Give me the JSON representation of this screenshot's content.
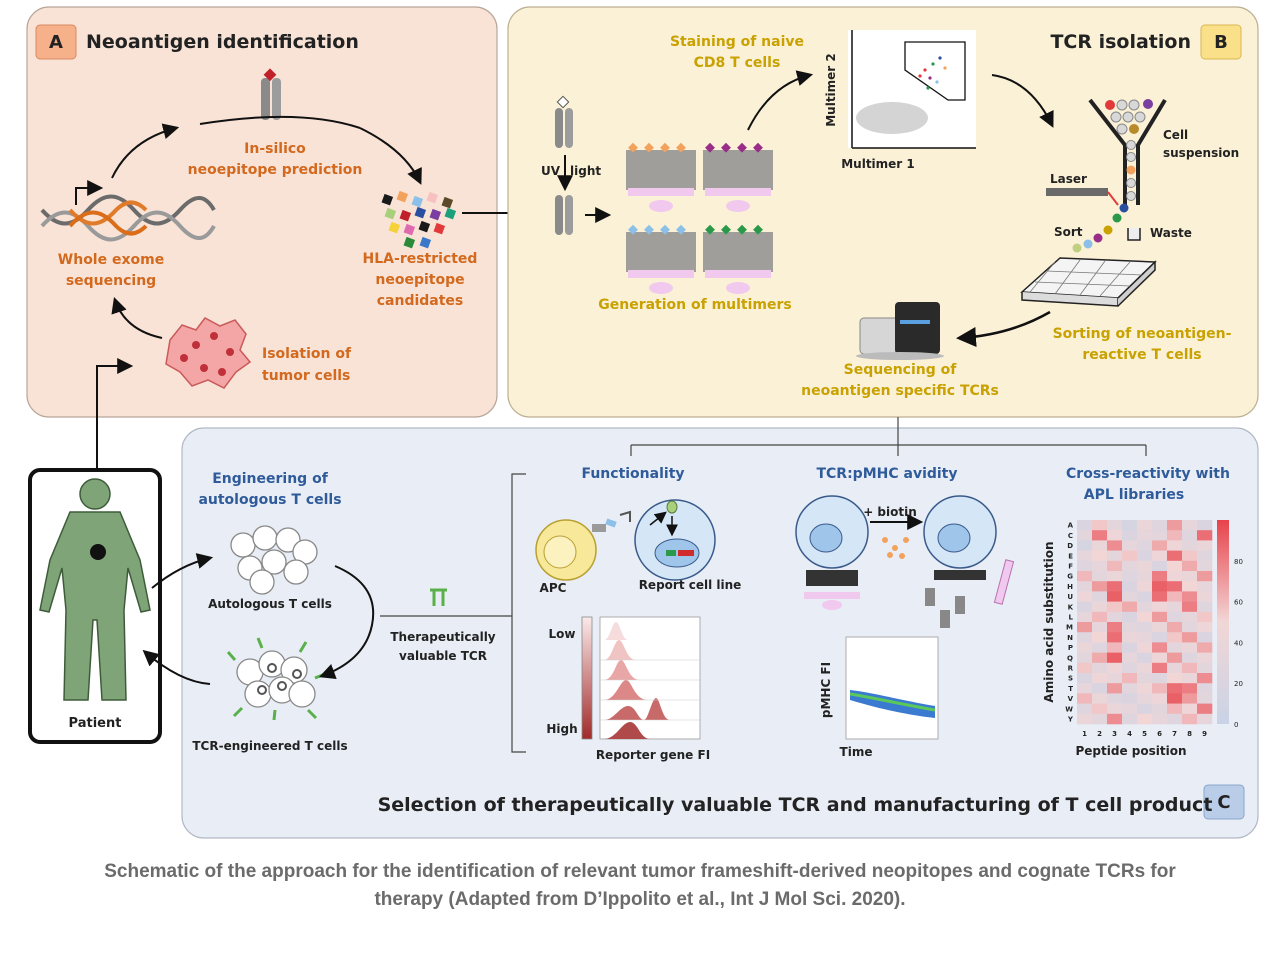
{
  "panel_a": {
    "badge": "A",
    "title": "Neoantigen identification",
    "insilico": [
      "In-silico",
      "neoepitope prediction"
    ],
    "wes": [
      "Whole exome",
      "sequencing"
    ],
    "hla": [
      "HLA-restricted",
      "neoepitope",
      "candidates"
    ],
    "isolation": [
      "Isolation of",
      "tumor cells"
    ]
  },
  "panel_b": {
    "badge": "B",
    "title": "TCR isolation",
    "staining": [
      "Staining of naive",
      "CD8 T cells"
    ],
    "uv": "UV",
    "light": "light",
    "multimer_y": "Multimer 2",
    "multimer_x": "Multimer 1",
    "generation": "Generation of multimers",
    "laser": "Laser",
    "cell_susp": [
      "Cell",
      "suspension"
    ],
    "sort": "Sort",
    "waste": "Waste",
    "sorting": [
      "Sorting of neoantigen-",
      "reactive T cells"
    ],
    "sequencing": [
      "Sequencing of",
      "neoantigen specific TCRs"
    ]
  },
  "panel_c": {
    "badge": "C",
    "footer_title": "Selection of therapeutically valuable TCR and manufacturing of T cell product",
    "engineering": [
      "Engineering of",
      "autologous T cells"
    ],
    "autologous": "Autologous T cells",
    "tcr_engineered": "TCR-engineered T cells",
    "therapeutic": [
      "Therapeutically",
      "valuable TCR"
    ],
    "patient": "Patient",
    "functionality": "Functionality",
    "apc": "APC",
    "report": "Report cell line",
    "low": "Low",
    "high": "High",
    "reporter": "Reporter gene FI",
    "avidity": "TCR:pMHC avidity",
    "biotin": "+ biotin",
    "pmhc": "pMHC FI",
    "time": "Time",
    "cross": [
      "Cross-reactivity with",
      "APL libraries"
    ],
    "heat_ylabel": "Amino acid substitution",
    "heat_xlabel": "Peptide position"
  },
  "chart_data": {
    "type": "heatmap",
    "title": "Cross-reactivity with APL libraries",
    "xlabel": "Peptide position",
    "ylabel": "Amino acid substitution",
    "x": [
      "1",
      "2",
      "3",
      "4",
      "5",
      "6",
      "7",
      "8",
      "9"
    ],
    "y": [
      "A",
      "C",
      "D",
      "E",
      "F",
      "G",
      "H",
      "U",
      "K",
      "L",
      "M",
      "N",
      "P",
      "Q",
      "R",
      "S",
      "T",
      "V",
      "W",
      "Y"
    ],
    "colorbar_ticks": [
      "0",
      "20",
      "40",
      "60",
      "80"
    ],
    "colorbar_range": [
      0,
      100
    ],
    "low_color": "#c9d3e6",
    "high_color": "#e8424b",
    "values": [
      [
        20,
        55,
        30,
        15,
        40,
        25,
        70,
        35,
        20
      ],
      [
        30,
        80,
        45,
        20,
        35,
        30,
        60,
        25,
        85
      ],
      [
        15,
        40,
        75,
        35,
        25,
        65,
        45,
        30,
        40
      ],
      [
        35,
        50,
        30,
        55,
        20,
        45,
        85,
        55,
        25
      ],
      [
        25,
        35,
        60,
        30,
        40,
        20,
        50,
        65,
        30
      ],
      [
        60,
        30,
        40,
        25,
        35,
        80,
        45,
        40,
        70
      ],
      [
        30,
        70,
        85,
        20,
        45,
        90,
        85,
        50,
        35
      ],
      [
        45,
        25,
        90,
        30,
        20,
        85,
        60,
        75,
        40
      ],
      [
        20,
        40,
        55,
        65,
        30,
        45,
        35,
        80,
        25
      ],
      [
        35,
        60,
        30,
        20,
        50,
        70,
        25,
        35,
        55
      ],
      [
        70,
        35,
        80,
        30,
        25,
        40,
        65,
        30,
        45
      ],
      [
        25,
        50,
        85,
        40,
        35,
        20,
        55,
        70,
        20
      ],
      [
        40,
        25,
        60,
        20,
        45,
        75,
        30,
        40,
        65
      ],
      [
        30,
        65,
        90,
        35,
        20,
        45,
        70,
        25,
        40
      ],
      [
        55,
        30,
        45,
        25,
        40,
        80,
        35,
        60,
        30
      ],
      [
        20,
        45,
        35,
        60,
        30,
        25,
        50,
        40,
        75
      ],
      [
        35,
        20,
        70,
        30,
        45,
        60,
        85,
        80,
        25
      ],
      [
        60,
        40,
        25,
        20,
        35,
        45,
        90,
        70,
        30
      ],
      [
        25,
        55,
        40,
        35,
        20,
        30,
        60,
        45,
        80
      ],
      [
        40,
        30,
        75,
        25,
        50,
        35,
        25,
        60,
        35
      ]
    ]
  },
  "caption": {
    "line1": "Schematic of the approach for the identification of relevant tumor frameshift-derived neopitopes and cognate TCRs for",
    "line2": "therapy (Adapted from D’Ippolito et al., Int J Mol Sci. 2020)."
  }
}
